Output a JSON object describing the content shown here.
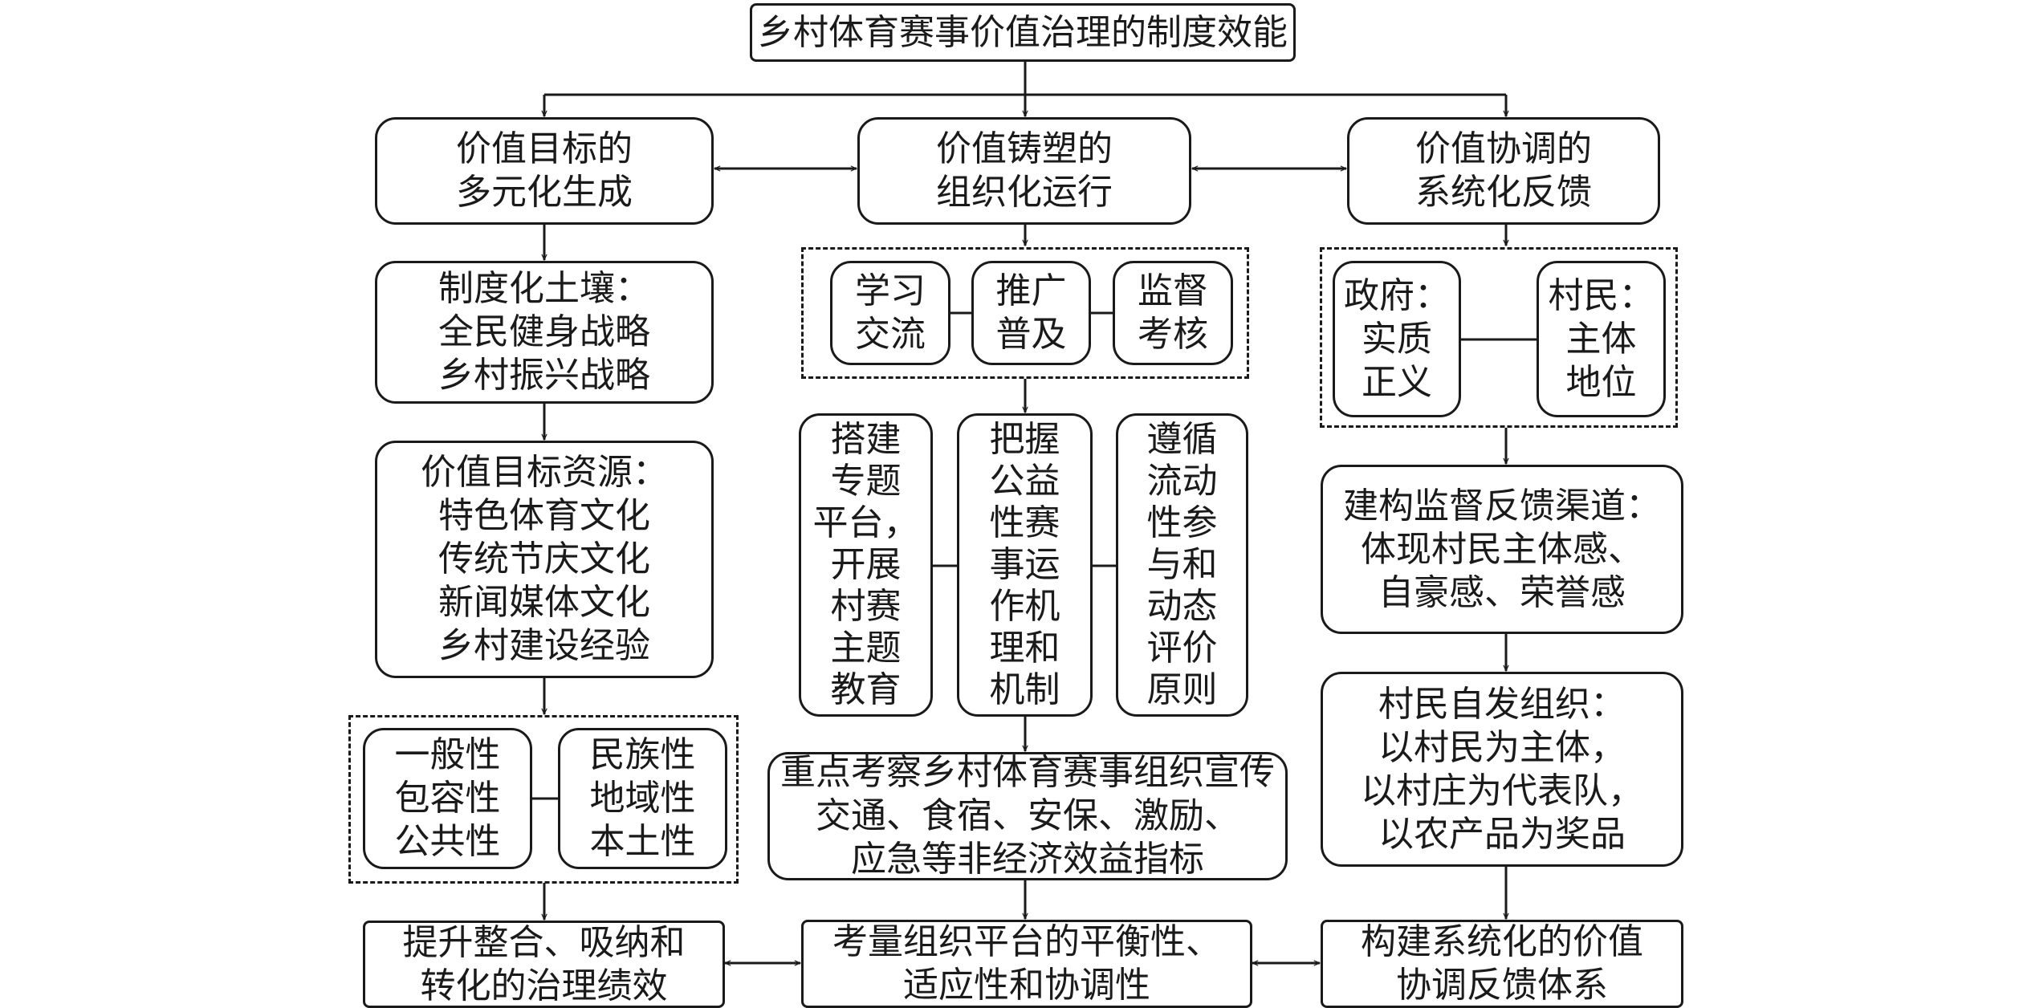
{
  "diagram": {
    "title": "乡村体育赛事价值治理的制度效能",
    "left": {
      "header": "价值目标的\n多元化生成",
      "soil": "制度化土壤：\n全民健身战略\n乡村振兴战略",
      "resources": "价值目标资源：\n特色体育文化\n传统节庆文化\n新闻媒体文化\n乡村建设经验",
      "traits_a": "一般性\n包容性\n公共性",
      "traits_b": "民族性\n地域性\n本土性",
      "result": "提升整合、吸纳和\n转化的治理绩效"
    },
    "center": {
      "header": "价值铸塑的\n组织化运行",
      "step1": "学习\n交流",
      "step2": "推广\n普及",
      "step3": "监督\n考核",
      "col1": "搭建\n专题\n平台，\n开展\n村赛\n主题\n教育",
      "col2": "把握\n公益\n性赛\n事运\n作机\n理和\n机制",
      "col3": "遵循\n流动\n性参\n与和\n动态\n评价\n原则",
      "focus": "重点考察乡村体育赛事组织宣传\n交通、食宿、安保、激励、\n应急等非经济效益指标",
      "result": "考量组织平台的平衡性、\n适应性和协调性"
    },
    "right": {
      "header": "价值协调的\n系统化反馈",
      "gov": "政府：\n实质\n正义",
      "villagers": "村民：\n主体\n地位",
      "channel": "建构监督反馈渠道：\n体现村民主体感、\n自豪感、荣誉感",
      "self_org": "村民自发组织：\n以村民为主体，\n以村庄为代表队，\n以农产品为奖品",
      "result": "构建系统化的价值\n协调反馈体系"
    }
  }
}
